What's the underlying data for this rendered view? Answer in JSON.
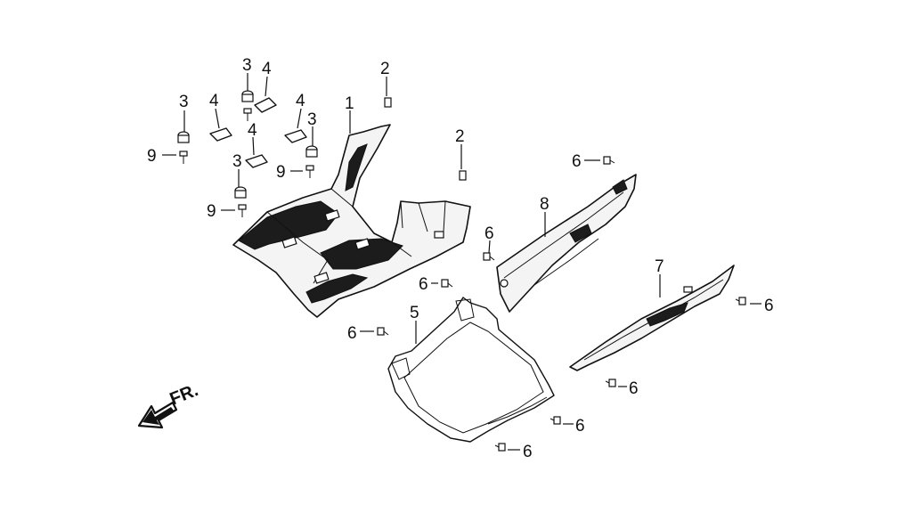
{
  "callouts": [
    {
      "id": "c1",
      "label": "1"
    },
    {
      "id": "c2a",
      "label": "2"
    },
    {
      "id": "c2b",
      "label": "2"
    },
    {
      "id": "c3a",
      "label": "3"
    },
    {
      "id": "c3b",
      "label": "3"
    },
    {
      "id": "c3c",
      "label": "3"
    },
    {
      "id": "c3d",
      "label": "3"
    },
    {
      "id": "c4a",
      "label": "4"
    },
    {
      "id": "c4b",
      "label": "4"
    },
    {
      "id": "c4c",
      "label": "4"
    },
    {
      "id": "c4d",
      "label": "4"
    },
    {
      "id": "c5",
      "label": "5"
    },
    {
      "id": "c6a",
      "label": "6"
    },
    {
      "id": "c6b",
      "label": "6"
    },
    {
      "id": "c6c",
      "label": "6"
    },
    {
      "id": "c6d",
      "label": "6"
    },
    {
      "id": "c6e",
      "label": "6"
    },
    {
      "id": "c6f",
      "label": "6"
    },
    {
      "id": "c6g",
      "label": "6"
    },
    {
      "id": "c6h",
      "label": "6"
    },
    {
      "id": "c7",
      "label": "7"
    },
    {
      "id": "c8",
      "label": "8"
    },
    {
      "id": "c9a",
      "label": "9"
    },
    {
      "id": "c9b",
      "label": "9"
    },
    {
      "id": "c9c",
      "label": "9"
    }
  ],
  "direction_marker": {
    "label": "FR."
  }
}
